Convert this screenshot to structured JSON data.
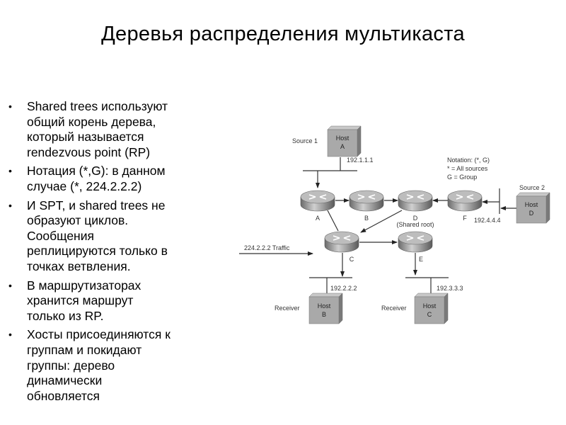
{
  "slide": {
    "title": "Деревья распределения мультикаста",
    "bullets": [
      "Shared trees используют\nобщий корень дерева,\nкоторый называется\nrendezvous point (RP)",
      "Нотация (*,G): в данном\nслучае (*, 224.2.2.2)",
      "И SPT, и shared trees не\nобразуют циклов.\nСообщения\nреплицируются только в\nточках ветвления.",
      "В маршрутизаторах\nхранится маршрут\nтолько из RP.",
      "Хосты присоединяются к\nгруппам и покидают\nгруппы: дерево\nдинамически\nобновляется"
    ]
  },
  "diagram": {
    "source1": "Source 1",
    "source2": "Source 2",
    "hosts": {
      "a": [
        "Host",
        "A"
      ],
      "b": [
        "Host",
        "B"
      ],
      "c": [
        "Host",
        "C"
      ],
      "d": [
        "Host",
        "D"
      ]
    },
    "addresses": {
      "a": "192.1.1.1",
      "b": "192.2.2.2",
      "c": "192.3.3.3",
      "d": "192.4.4.4"
    },
    "routers": {
      "a": "A",
      "b": "B",
      "c": "C",
      "d": "D",
      "e": "E",
      "f": "F"
    },
    "shared_root": "(Shared root)",
    "receiver_b": "Receiver",
    "receiver_c": "Receiver",
    "traffic": "224.2.2.2 Traffic",
    "notation": [
      "Notation: (*, G)",
      "* = All sources",
      "G = Group"
    ]
  }
}
